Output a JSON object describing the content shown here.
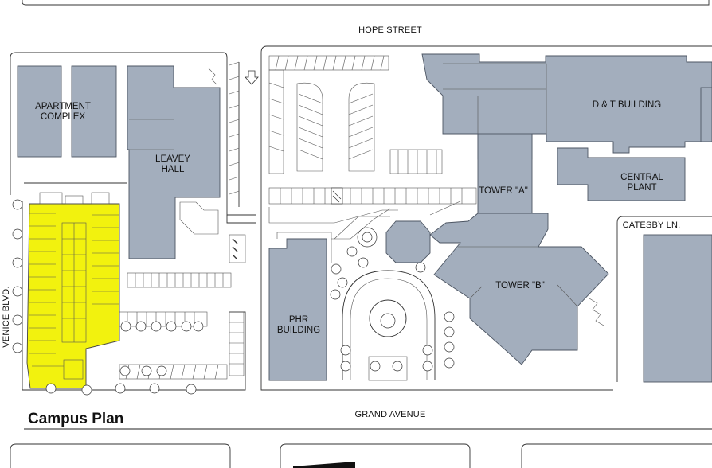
{
  "map": {
    "title": "Campus Plan",
    "colors": {
      "building": "#a3aebd",
      "building_stroke": "#4d5663",
      "parking_structure": "#f2f20e",
      "line": "#333333"
    },
    "streets": {
      "north": "HOPE STREET",
      "south": "GRAND AVENUE",
      "west": "VENICE BLVD.",
      "east": "CATESBY LN."
    },
    "buildings": {
      "apartment_line1": "APARTMENT",
      "apartment_line2": "COMPLEX",
      "leavey_line1": "LEAVEY",
      "leavey_line2": "HALL",
      "dt": "D & T BUILDING",
      "central_line1": "CENTRAL",
      "central_line2": "PLANT",
      "tower_a": "TOWER \"A\"",
      "tower_b": "TOWER \"B\"",
      "phr_line1": "PHR",
      "phr_line2": "BUILDING"
    },
    "icons": [
      "arrow-down-icon",
      "tree-icon"
    ]
  }
}
